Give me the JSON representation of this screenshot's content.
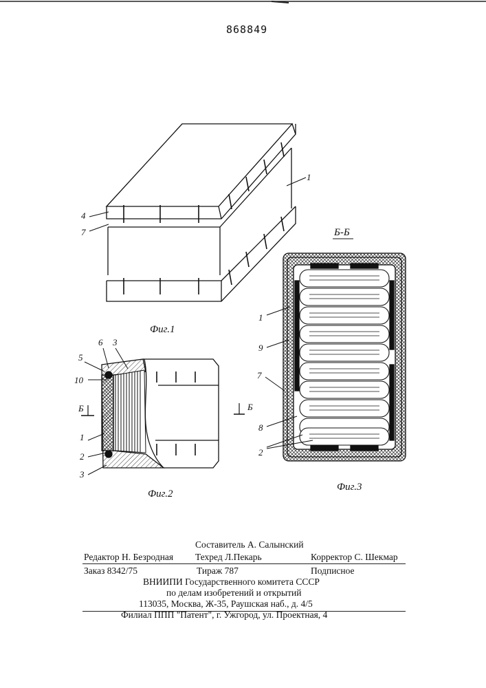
{
  "document": {
    "patent_number": "868849",
    "figure_labels": {
      "fig1": "Фиг.1",
      "fig2": "Фиг.2",
      "fig3": "Фиг.3",
      "section": "Б-Б",
      "section_mark": "Б"
    },
    "callouts": {
      "fig1": [
        "1",
        "4",
        "7"
      ],
      "fig2": [
        "6",
        "3",
        "5",
        "10",
        "1",
        "2",
        "3"
      ],
      "fig3": [
        "1",
        "9",
        "7",
        "8",
        "2"
      ]
    },
    "imprint": {
      "compiler": "Составитель А. Салынский",
      "editor": "Редактор Н. Безродная",
      "techred": "Техред Л.Пекарь",
      "corrector": "Корректор С. Шекмар",
      "order": "Заказ 8342/75",
      "circulation": "Тираж 787",
      "subscription": "Подписное",
      "org_line1": "ВНИИПИ Государственного комитета СССР",
      "org_line2": "по делам изобретений и открытий",
      "address": "113035, Москва, Ж-35, Раушская наб., д. 4/5",
      "branch": "Филиал ППП \"Патент\", г. Ужгород, ул. Проектная, 4"
    }
  }
}
